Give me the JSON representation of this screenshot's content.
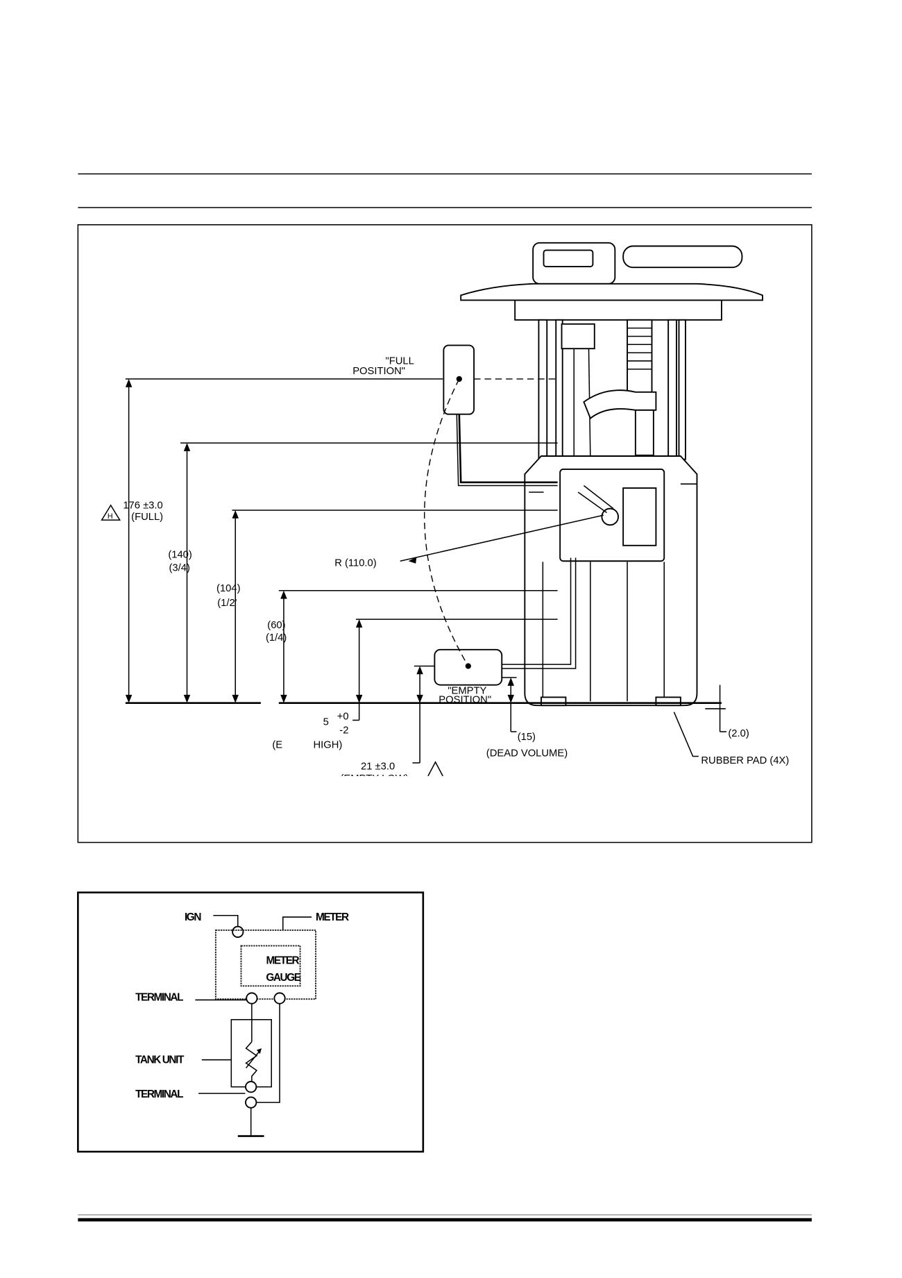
{
  "page": {
    "accent_color": "#000000"
  },
  "figure_top": {
    "full_position": [
      "\"FULL",
      "POSITION\""
    ],
    "empty_position": [
      "\"EMPTY",
      "POSITION\""
    ],
    "dim_full": [
      "176  ±3.0",
      "(FULL)"
    ],
    "dim_3_4": [
      "(140)",
      "(3/4)"
    ],
    "dim_1_2": [
      "(104)",
      "(1/2'"
    ],
    "dim_1_4": [
      "(60)",
      "(1/4)"
    ],
    "radius": "R (110.0)",
    "empty_high": {
      "partial_value": "5",
      "plus": "+0",
      "minus": "-2",
      "label_start": "(E",
      "label_end": "HIGH)"
    },
    "empty_low": {
      "value": "21 ±3.0",
      "label": "(EMPTY LOW)"
    },
    "dead_volume": [
      "(15)",
      "(DEAD VOLUME)"
    ],
    "pad_gap": "(2.0)",
    "rubber_pad": "RUBBER PAD (4X)",
    "warning_icon": "triangle-h-icon"
  },
  "figure_circuit": {
    "ign": "IGN",
    "meter": "METER",
    "meter_gauge": [
      "METER",
      "GAUGE"
    ],
    "terminal_top": "TERMINAL",
    "tank_unit": "TANK UNIT",
    "terminal_bottom": "TERMINAL"
  }
}
